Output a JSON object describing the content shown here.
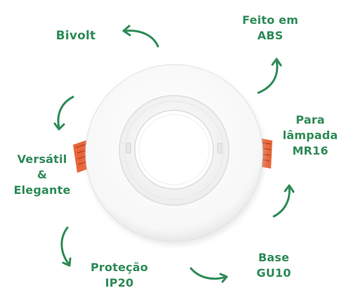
{
  "colors": {
    "accent": "#2e8b57",
    "arrow": "#2e8b57",
    "spring_clip": "#e8673a",
    "fixture": "#ffffff"
  },
  "labels": {
    "bivolt": [
      "Bivolt"
    ],
    "feito_em_abs": [
      "Feito em",
      "ABS"
    ],
    "para_lampada": [
      "Para",
      "lâmpada",
      "MR16"
    ],
    "versatil": [
      "Versátil",
      "&",
      "Elegante"
    ],
    "protecao": [
      "Proteção",
      "IP20"
    ],
    "base": [
      "Base",
      "GU10"
    ]
  }
}
